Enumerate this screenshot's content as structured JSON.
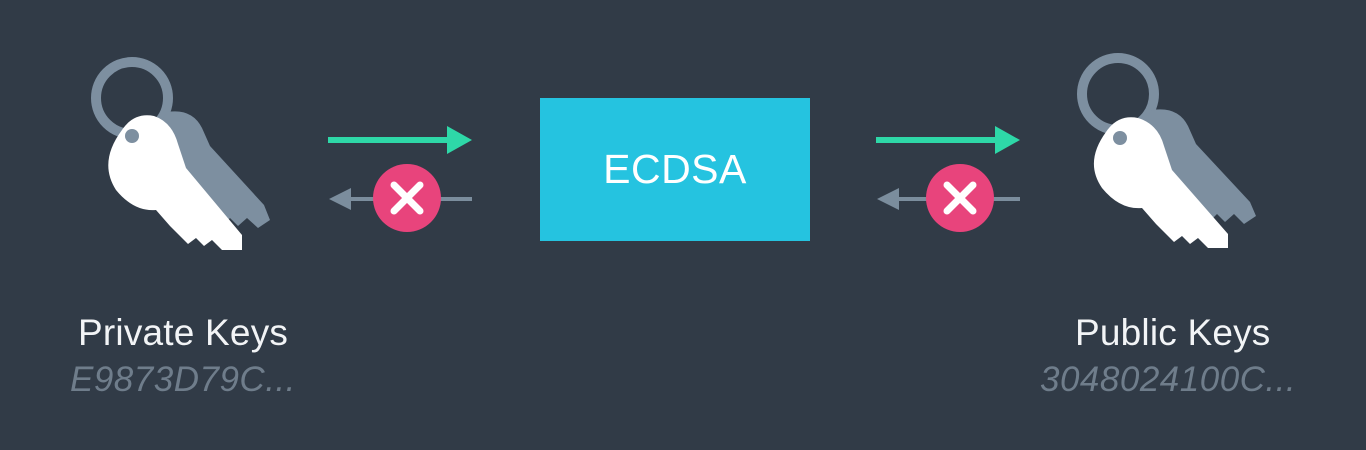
{
  "diagram": {
    "center_box": {
      "label": "ECDSA",
      "color": "#25c3e0"
    },
    "private_keys": {
      "label": "Private Keys",
      "value": "E9873D79C..."
    },
    "public_keys": {
      "label": "Public Keys",
      "value": "3048024100C..."
    },
    "icons": {
      "keys": "keys-icon",
      "forward_arrow": "arrow-right-icon",
      "blocked_arrow": "arrow-left-icon",
      "blocked_marker": "x-circle-icon"
    },
    "colors": {
      "background": "#313b47",
      "forward_arrow": "#2ed8a8",
      "blocked_arrow": "#7b8d9d",
      "blocked_marker": "#e8447c",
      "key_front": "#ffffff",
      "key_back": "#7d8fa0"
    }
  }
}
